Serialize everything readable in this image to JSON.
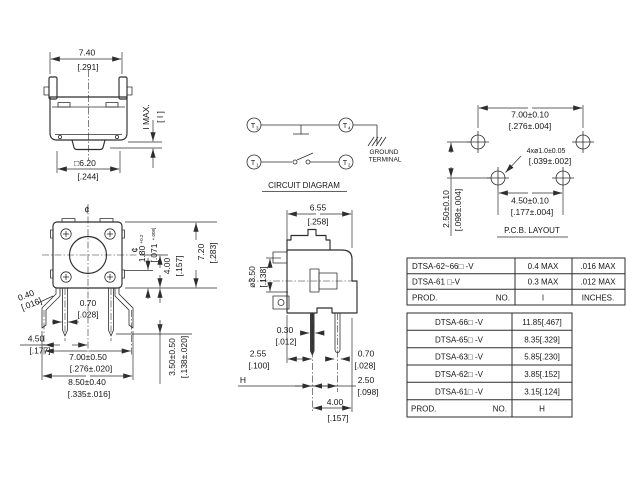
{
  "colors": {
    "line": "#2e2e2e",
    "text": "#161616",
    "background": "#ffffff"
  },
  "top_view": {
    "width_mm": "7.40",
    "width_in": "[.291]",
    "base_mm": "□6.20",
    "base_in": "[.244]",
    "height_mm": "I MAX.",
    "height_in": "[ I ]"
  },
  "front_view": {
    "centerline": "¢",
    "centerline_right": "¢",
    "lead_thickness_mm": "0.40",
    "lead_thickness_in": "[.016]",
    "pin_width_mm": "0.70",
    "pin_width_in": "[.028]",
    "lead_offset_mm": "4.50",
    "lead_offset_in": "[.177]",
    "lead_pitch_mm": "7.00±0.50",
    "lead_pitch_in": "[.276±.020]",
    "lead_span_mm": "8.50±0.40",
    "lead_span_in": "[.335±.016]",
    "stem_mm": "1.80",
    "stem_mm_tol": "+0.2",
    "stem_in": "[.071",
    "stem_in_tol": "+.008]",
    "dim4_mm": "4.00",
    "dim4_in": "[.157]",
    "body_mm": "7.20",
    "body_in": "[.283]",
    "lead_len_mm": "3.50±0.50",
    "lead_len_in": "[.138±.020]"
  },
  "circuit": {
    "t1": "T",
    "t1_sub": "1",
    "t2": "T",
    "t2_sub": "2",
    "t3": "T",
    "t3_sub": "3",
    "t4": "T",
    "t4_sub": "4",
    "ground_line1": "GROUND",
    "ground_line2": "TERMINAL",
    "title": "CIRCUIT  DIAGRAM"
  },
  "side_view": {
    "width_mm": "6.55",
    "width_in": "[.258]",
    "stem_dia_mm": "ø3.50",
    "stem_dia_in": "[.138]",
    "pin_thk_mm": "0.30",
    "pin_thk_in": "[.012]",
    "front_gap_mm": "2.55",
    "front_gap_in": "[.100]",
    "pin_w_mm": "0.70",
    "pin_w_in": "[.028]",
    "height_label": "H",
    "pin_pitch_mm": "2.50",
    "pin_pitch_in": "[.098]",
    "depth_mm": "4.00",
    "depth_in": "[.157]"
  },
  "pcb": {
    "title": "P.C.B.  LAYOUT",
    "pitch_mm": "7.00±0.10",
    "pitch_in": "[.276±.004]",
    "hole_note_mm": "4xø1.0±0.05",
    "hole_note_in": "[.039±.002]",
    "inner_pitch_mm": "4.50±0.10",
    "inner_pitch_in": "[.177±.004]",
    "row_pitch_mm": "2.50±0.10",
    "row_pitch_in": "[.098±.004]"
  },
  "table_tolerance": {
    "rows": [
      {
        "name": "DTSA-62~66□ -V",
        "mm": "0.4 MAX",
        "inch": ".016 MAX"
      },
      {
        "name": "DTSA-61 □-V",
        "mm": "0.3 MAX",
        "inch": ".012 MAX"
      }
    ],
    "footer": {
      "prod": "PROD.",
      "no": "NO.",
      "mm": "I",
      "inch": "INCHES."
    }
  },
  "table_height": {
    "rows": [
      {
        "name": "DTSA-66□ -V",
        "h": "11.85[.467]"
      },
      {
        "name": "DTSA-65□ -V",
        "h": "8.35[.329]"
      },
      {
        "name": "DTSA-63□ -V",
        "h": "5.85[.230]"
      },
      {
        "name": "DTSA-62□ -V",
        "h": "3.85[.152]"
      },
      {
        "name": "DTSA-61□ -V",
        "h": "3.15[.124]"
      }
    ],
    "footer": {
      "prod": "PROD.",
      "no": "NO.",
      "h": "H"
    }
  }
}
